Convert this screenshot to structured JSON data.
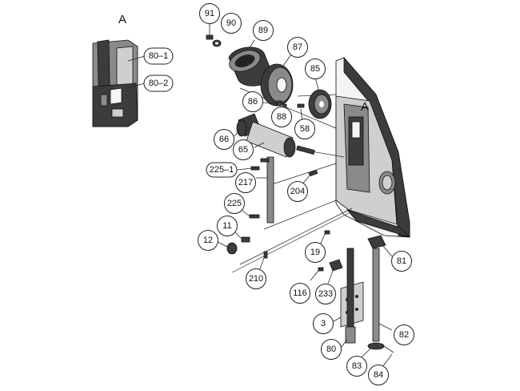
{
  "view_labels": {
    "detail_view": "A",
    "main_view": "A"
  },
  "callouts": [
    {
      "id": "91",
      "label": "91"
    },
    {
      "id": "90",
      "label": "90"
    },
    {
      "id": "89",
      "label": "89"
    },
    {
      "id": "87",
      "label": "87"
    },
    {
      "id": "85",
      "label": "85"
    },
    {
      "id": "86",
      "label": "86"
    },
    {
      "id": "88",
      "label": "88"
    },
    {
      "id": "58",
      "label": "58"
    },
    {
      "id": "66",
      "label": "66"
    },
    {
      "id": "65",
      "label": "65"
    },
    {
      "id": "225-1",
      "label": "225–1"
    },
    {
      "id": "217",
      "label": "217"
    },
    {
      "id": "204",
      "label": "204"
    },
    {
      "id": "225",
      "label": "225"
    },
    {
      "id": "11",
      "label": "11"
    },
    {
      "id": "12",
      "label": "12"
    },
    {
      "id": "210",
      "label": "210"
    },
    {
      "id": "19",
      "label": "19"
    },
    {
      "id": "81",
      "label": "81"
    },
    {
      "id": "116",
      "label": "116"
    },
    {
      "id": "233",
      "label": "233"
    },
    {
      "id": "3",
      "label": "3"
    },
    {
      "id": "80",
      "label": "80"
    },
    {
      "id": "82",
      "label": "82"
    },
    {
      "id": "83",
      "label": "83"
    },
    {
      "id": "84",
      "label": "84"
    },
    {
      "id": "80-1",
      "label": "80–1"
    },
    {
      "id": "80-2",
      "label": "80–2"
    }
  ]
}
